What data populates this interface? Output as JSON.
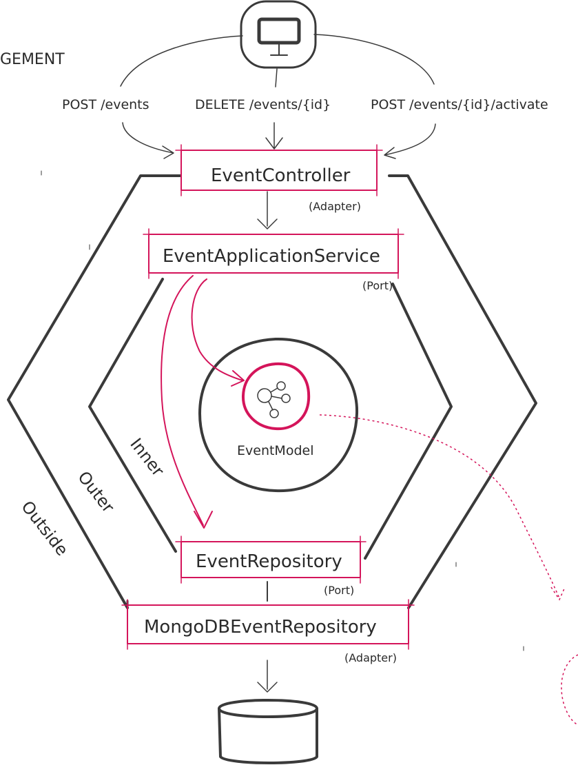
{
  "header": {
    "title_fragment": "GEMENT"
  },
  "endpoints": [
    {
      "label": "POST /events"
    },
    {
      "label": "DELETE /events/{id}"
    },
    {
      "label": "POST /events/{id}/activate"
    }
  ],
  "components": {
    "controller": {
      "name": "EventController",
      "role": "(Adapter)"
    },
    "app_service": {
      "name": "EventApplicationService",
      "role": "(Port)"
    },
    "model": {
      "name": "EventModel"
    },
    "repository": {
      "name": "EventRepository",
      "role": "(Port)"
    },
    "mongo_repository": {
      "name": "MongoDBEventRepository",
      "role": "(Adapter)"
    }
  },
  "rings": {
    "inner": "Inner",
    "outer": "Outer",
    "outside": "Outside"
  },
  "colors": {
    "accent": "#d4145a",
    "ink": "#3a3a3a"
  }
}
